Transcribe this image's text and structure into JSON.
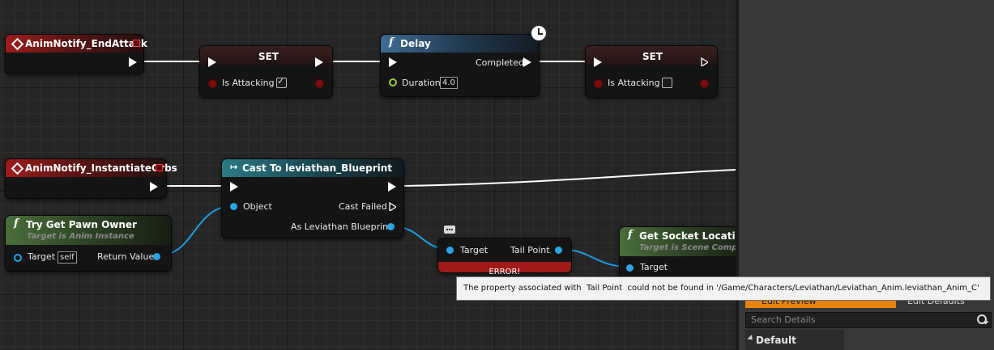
{
  "nodes": {
    "anim_notify_end_attack": {
      "title": "AnimNotify_EndAttack"
    },
    "set_1": {
      "title": "SET",
      "pin_label": "Is Attacking",
      "checked": true
    },
    "delay": {
      "title": "Delay",
      "completed": "Completed",
      "duration_label": "Duration",
      "duration_value": "4.0"
    },
    "set_2": {
      "title": "SET",
      "pin_label": "Is Attacking",
      "checked": false
    },
    "anim_notify_instantiate_orbs": {
      "title": "AnimNotify_InstantiateOrbs"
    },
    "cast": {
      "title": "Cast To leviathan_Blueprint",
      "object": "Object",
      "cast_failed": "Cast Failed",
      "as_output": "As Leviathan Blueprint"
    },
    "try_get_pawn_owner": {
      "title": "Try Get Pawn Owner",
      "subtitle": "Target is Anim Instance",
      "target": "Target",
      "self_value": "self",
      "return_value": "Return Value"
    },
    "tail_point": {
      "target": "Target",
      "output": "Tail Point",
      "error": "ERROR!"
    },
    "get_socket_location": {
      "title": "Get Socket Location",
      "subtitle": "Target is Scene Compon",
      "target": "Target"
    }
  },
  "tooltip": {
    "text": "The property associated with  Tail Point  could not be found in '/Game/Characters/Leviathan/Leviathan_Anim.leviathan_Anim_C'"
  },
  "details_panel": {
    "tab_edit_preview": "Edit Preview",
    "tab_edit_defaults": "Edit Defaults",
    "search_placeholder": "Search Details",
    "category_default": "Default"
  },
  "colors": {
    "exec_wire": "#ffffff",
    "object_wire": "#1b9fe0",
    "error": "#a01a1a",
    "panel_tab_accent": "#e6840f"
  },
  "icons": {
    "event": "event-diamond-icon",
    "function": "function-f-icon",
    "cast": "cast-arrow-icon",
    "clock": "clock-icon",
    "comment": "comment-bubble-icon",
    "search": "magnifier-icon"
  }
}
